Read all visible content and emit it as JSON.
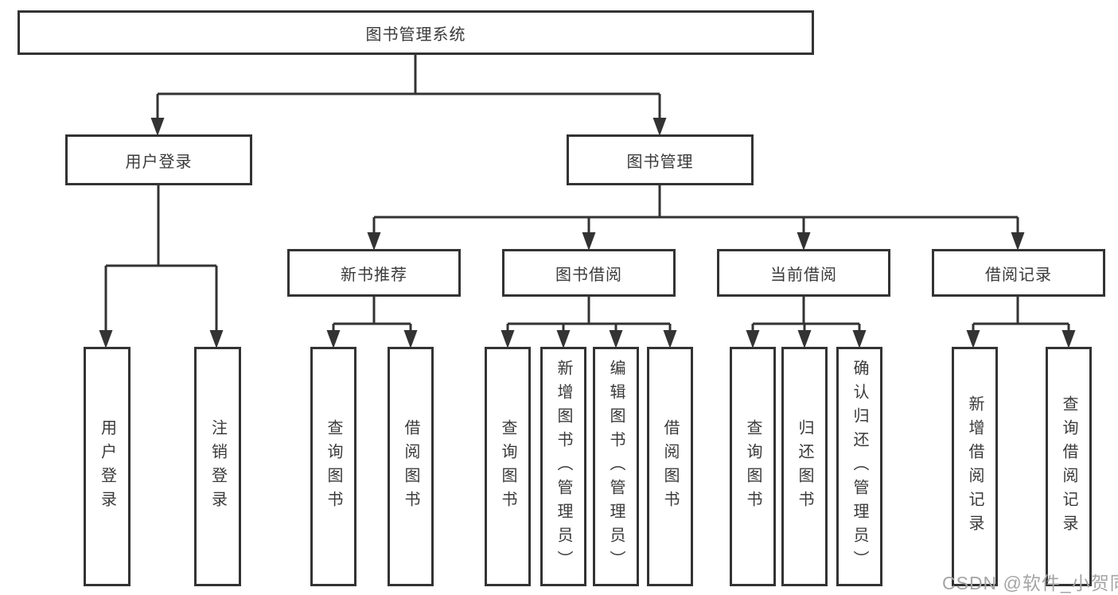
{
  "diagram": {
    "title": "图书管理系统",
    "nodes": {
      "root": {
        "label": "图书管理系统"
      },
      "user_login": {
        "label": "用户登录"
      },
      "book_mgmt": {
        "label": "图书管理"
      },
      "new_book_rec": {
        "label": "新书推荐"
      },
      "book_borrow": {
        "label": "图书借阅"
      },
      "current_borrow": {
        "label": "当前借阅"
      },
      "borrow_records": {
        "label": "借阅记录"
      },
      "leaf_login": {
        "label": "用户登录"
      },
      "leaf_logout": {
        "label": "注销登录"
      },
      "leaf_rec_query_books": {
        "label": "查询图书"
      },
      "leaf_rec_borrow_books": {
        "label": "借阅图书"
      },
      "leaf_bor_query_books": {
        "label": "查询图书"
      },
      "leaf_bor_add_books": {
        "label": "新增图书（管理员）"
      },
      "leaf_bor_edit_books": {
        "label": "编辑图书（管理员）"
      },
      "leaf_bor_borrow_books": {
        "label": "借阅图书"
      },
      "leaf_cur_query_books": {
        "label": "查询图书"
      },
      "leaf_cur_return_books": {
        "label": "归还图书"
      },
      "leaf_cur_confirm_return": {
        "label": "确认归还（管理员）"
      },
      "leaf_rb_add_record": {
        "label": "新增借阅记录"
      },
      "leaf_rb_query_record": {
        "label": "查询借阅记录"
      }
    },
    "hierarchy": {
      "图书管理系统": {
        "用户登录": [
          "用户登录",
          "注销登录"
        ],
        "图书管理": {
          "新书推荐": [
            "查询图书",
            "借阅图书"
          ],
          "图书借阅": [
            "查询图书",
            "新增图书（管理员）",
            "编辑图书（管理员）",
            "借阅图书"
          ],
          "当前借阅": [
            "查询图书",
            "归还图书",
            "确认归还（管理员）"
          ],
          "借阅记录": [
            "新增借阅记录",
            "查询借阅记录"
          ]
        }
      }
    }
  },
  "watermark": {
    "text": "CSDN @软件_小贺同学"
  },
  "colors": {
    "line": "#333333",
    "box_border": "#333333",
    "text": "#3a3a3a",
    "background": "#ffffff",
    "watermark": "#a5a5a5"
  }
}
